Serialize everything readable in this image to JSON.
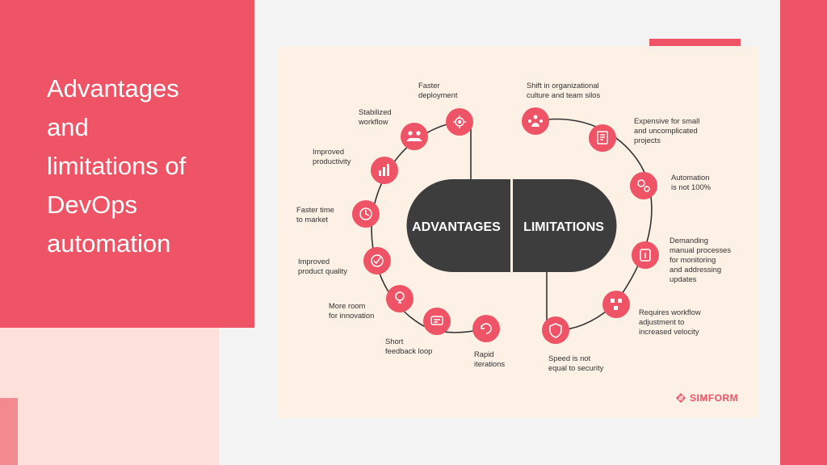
{
  "title": "Advantages\nand\nlimitations of\nDevOps\nautomation",
  "center": {
    "left": "ADVANTAGES",
    "right": "LIMITATIONS"
  },
  "advantages": [
    {
      "label": "Faster\ndeployment",
      "icon": "deploy-icon"
    },
    {
      "label": "Stabilized\nworkflow",
      "icon": "workflow-icon"
    },
    {
      "label": "Improved\nproductivity",
      "icon": "productivity-icon"
    },
    {
      "label": "Faster time\nto market",
      "icon": "clock-icon"
    },
    {
      "label": "Improved\nproduct quality",
      "icon": "quality-icon"
    },
    {
      "label": "More room\nfor innovation",
      "icon": "lightbulb-icon"
    },
    {
      "label": "Short\nfeedback loop",
      "icon": "feedback-icon"
    },
    {
      "label": "Rapid\niterations",
      "icon": "iteration-icon"
    }
  ],
  "limitations": [
    {
      "label": "Shift in organizational\nculture and team silos",
      "icon": "team-icon"
    },
    {
      "label": "Expensive for small\nand uncomplicated\nprojects",
      "icon": "document-icon"
    },
    {
      "label": "Automation\nis not 100%",
      "icon": "gears-icon"
    },
    {
      "label": "Demanding\nmanual processes\nfor monitoring\nand addressing\nupdates",
      "icon": "touch-icon"
    },
    {
      "label": "Requires workflow\nadjustment to\nincreased velocity",
      "icon": "flow-icon"
    },
    {
      "label": "Speed is not\nequal to security",
      "icon": "shield-icon"
    }
  ],
  "brand": "SIMFORM",
  "colors": {
    "accent": "#ee5465",
    "pill": "#3d3d3d",
    "card": "#fdf0e5",
    "pink": "#fde0d9"
  }
}
